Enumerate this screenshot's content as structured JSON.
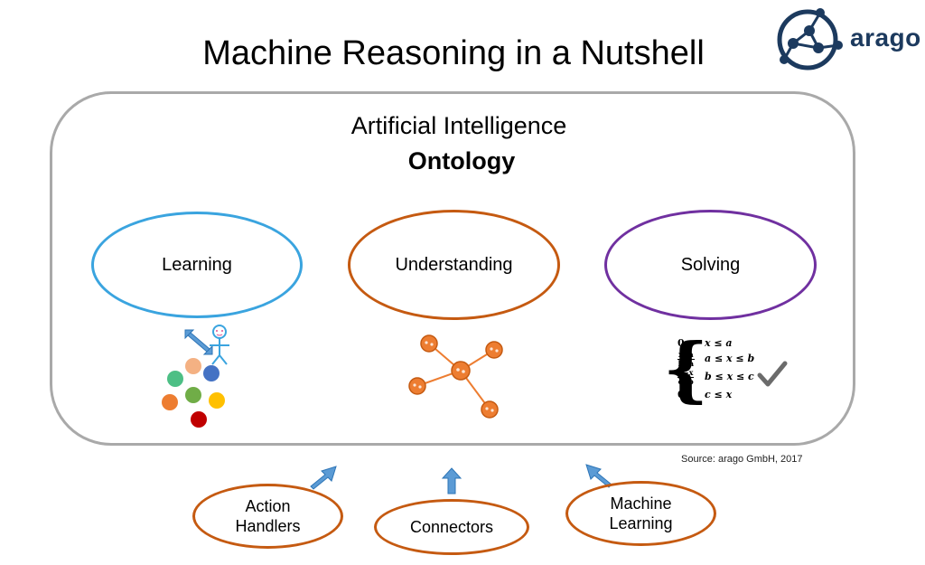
{
  "header": {
    "title": "Machine Reasoning in a Nutshell"
  },
  "logo": {
    "text": "arago"
  },
  "main": {
    "subtitle": "Artificial Intelligence",
    "heading": "Ontology",
    "ellipses": [
      {
        "label": "Learning"
      },
      {
        "label": "Understanding"
      },
      {
        "label": "Solving"
      }
    ],
    "piecewise": [
      {
        "lhs": "0",
        "rhs": "x ≤ a"
      },
      {
        "num": "x−a",
        "den": "b−a",
        "rhs": "a ≤ x ≤ b"
      },
      {
        "num": "c−x",
        "den": "c−b",
        "rhs": "b ≤ x ≤ c"
      },
      {
        "lhs": "0",
        "rhs": "c ≤ x"
      }
    ]
  },
  "inputs": [
    {
      "line1": "Action",
      "line2": "Handlers"
    },
    {
      "line1": "Connectors"
    },
    {
      "line1": "Machine",
      "line2": "Learning"
    }
  ],
  "source": "Source: arago GmbH, 2017",
  "colors": {
    "learning": "#3aa4df",
    "understanding": "#c55a11",
    "solving": "#7030a0",
    "arrow": "#5b9bd5",
    "node": "#ed7d31",
    "frame": "#a9a9a9",
    "logo": "#1c3a5e",
    "dots": [
      "#f4b183",
      "#4472c4",
      "#4dbf85",
      "#70ad47",
      "#ffc000",
      "#ed7d31",
      "#c00000"
    ]
  }
}
